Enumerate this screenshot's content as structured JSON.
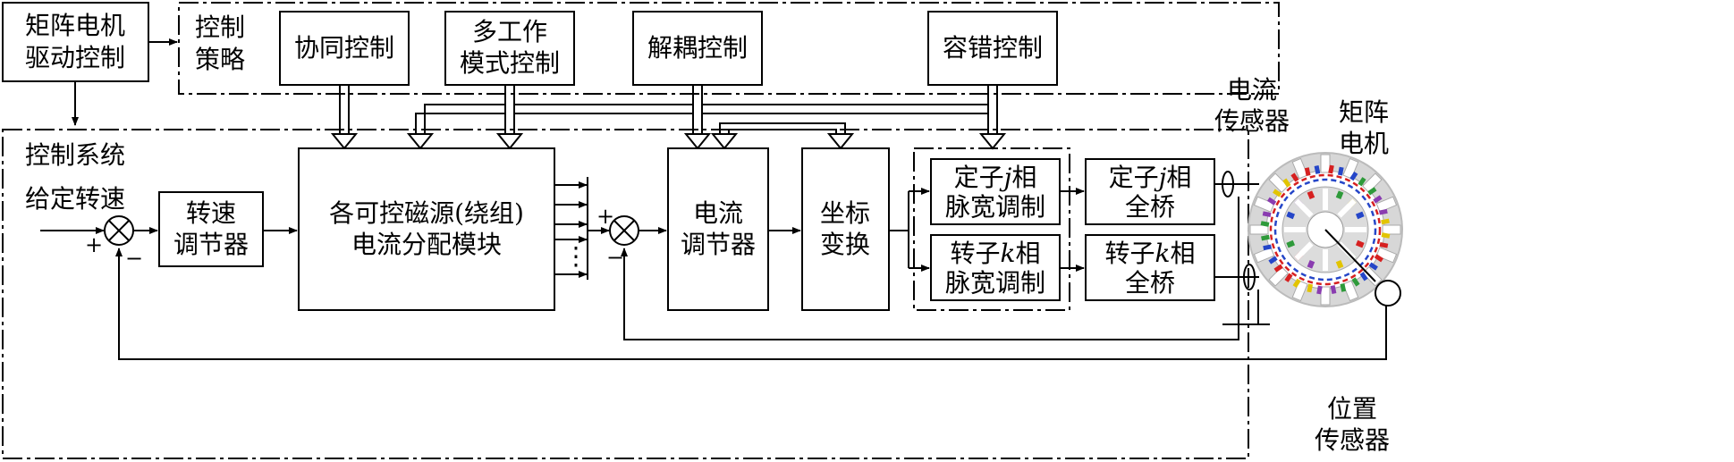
{
  "top": {
    "matrix_motor_drive_control_line1": "矩阵电机",
    "matrix_motor_drive_control_line2": "驱动控制",
    "strategy_line1": "控制",
    "strategy_line2": "策略",
    "cooperative_control": "协同控制",
    "multi_mode_line1": "多工作",
    "multi_mode_line2": "模式控制",
    "decoupling_control": "解耦控制",
    "fault_tolerant_control": "容错控制"
  },
  "system": {
    "control_system": "控制系统",
    "given_speed": "给定转速",
    "speed_regulator_line1": "转速",
    "speed_regulator_line2": "调节器",
    "current_distribution_line1": "各可控磁源(绕组)",
    "current_distribution_line2": "电流分配模块",
    "current_regulator_line1": "电流",
    "current_regulator_line2": "调节器",
    "coordinate_transform_line1": "坐标",
    "coordinate_transform_line2": "变换",
    "stator_pwm_prefix": "定子",
    "stator_pwm_var": "j",
    "stator_pwm_suffix": "相",
    "stator_pwm_line2": "脉宽调制",
    "rotor_pwm_prefix": "转子",
    "rotor_pwm_var": "k",
    "rotor_pwm_suffix": "相",
    "rotor_pwm_line2": "脉宽调制",
    "stator_bridge_prefix": "定子",
    "stator_bridge_var": "j",
    "stator_bridge_suffix": "相",
    "stator_bridge_line2": "全桥",
    "rotor_bridge_prefix": "转子",
    "rotor_bridge_var": "k",
    "rotor_bridge_suffix": "相",
    "rotor_bridge_line2": "全桥",
    "plus": "+",
    "minus": "−",
    "ellipsis": "⋮"
  },
  "sensors": {
    "current_sensor_line1": "电流",
    "current_sensor_line2": "传感器",
    "matrix_motor_line1": "矩阵",
    "matrix_motor_line2": "电机",
    "position_sensor_line1": "位置",
    "position_sensor_line2": "传感器"
  },
  "colors": {
    "outer_ring": "#cfcfcf",
    "slot_red": "#d62020",
    "slot_blue": "#2546c8",
    "slot_green": "#2e9a3a",
    "slot_purple": "#8a3cb0",
    "slot_yellow": "#e2c400"
  }
}
